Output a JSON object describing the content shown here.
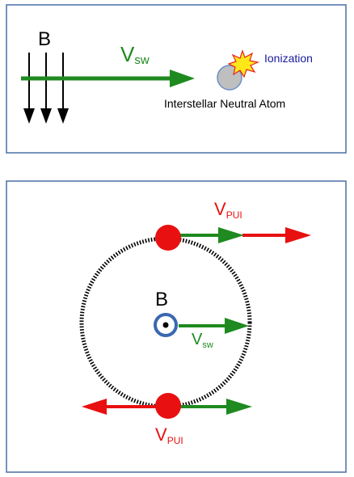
{
  "colors": {
    "panel_border": "#4a6fa5",
    "green": "#1f8a1f",
    "red": "#e81010",
    "black": "#000000",
    "ion_label": "#1a1a9c",
    "atom_fill": "#bfbfbf",
    "atom_stroke": "#6a8ec8",
    "flash_fill": "#ffe81a",
    "flash_stroke": "#e82020",
    "ring_stroke": "#3a68b0",
    "dotted_circle": "#000000"
  },
  "icons": {
    "neutral_atom": "grey-sphere",
    "ionization_flash": "starburst",
    "magnetic_field_out_of_page": "circled-dot"
  },
  "panel_top": {
    "b_label": "B",
    "vsw_label": "V",
    "vsw_subscript": "sw",
    "ionization_label": "Ionization",
    "atom_label": "Interstellar Neutral Atom"
  },
  "panel_bottom": {
    "b_label": "B",
    "vsw_label": "V",
    "vsw_subscript": "sw",
    "vpui_top_label": "V",
    "vpui_top_subscript": "PUI",
    "vpui_bottom_label": "V",
    "vpui_bottom_subscript": "PUI"
  }
}
